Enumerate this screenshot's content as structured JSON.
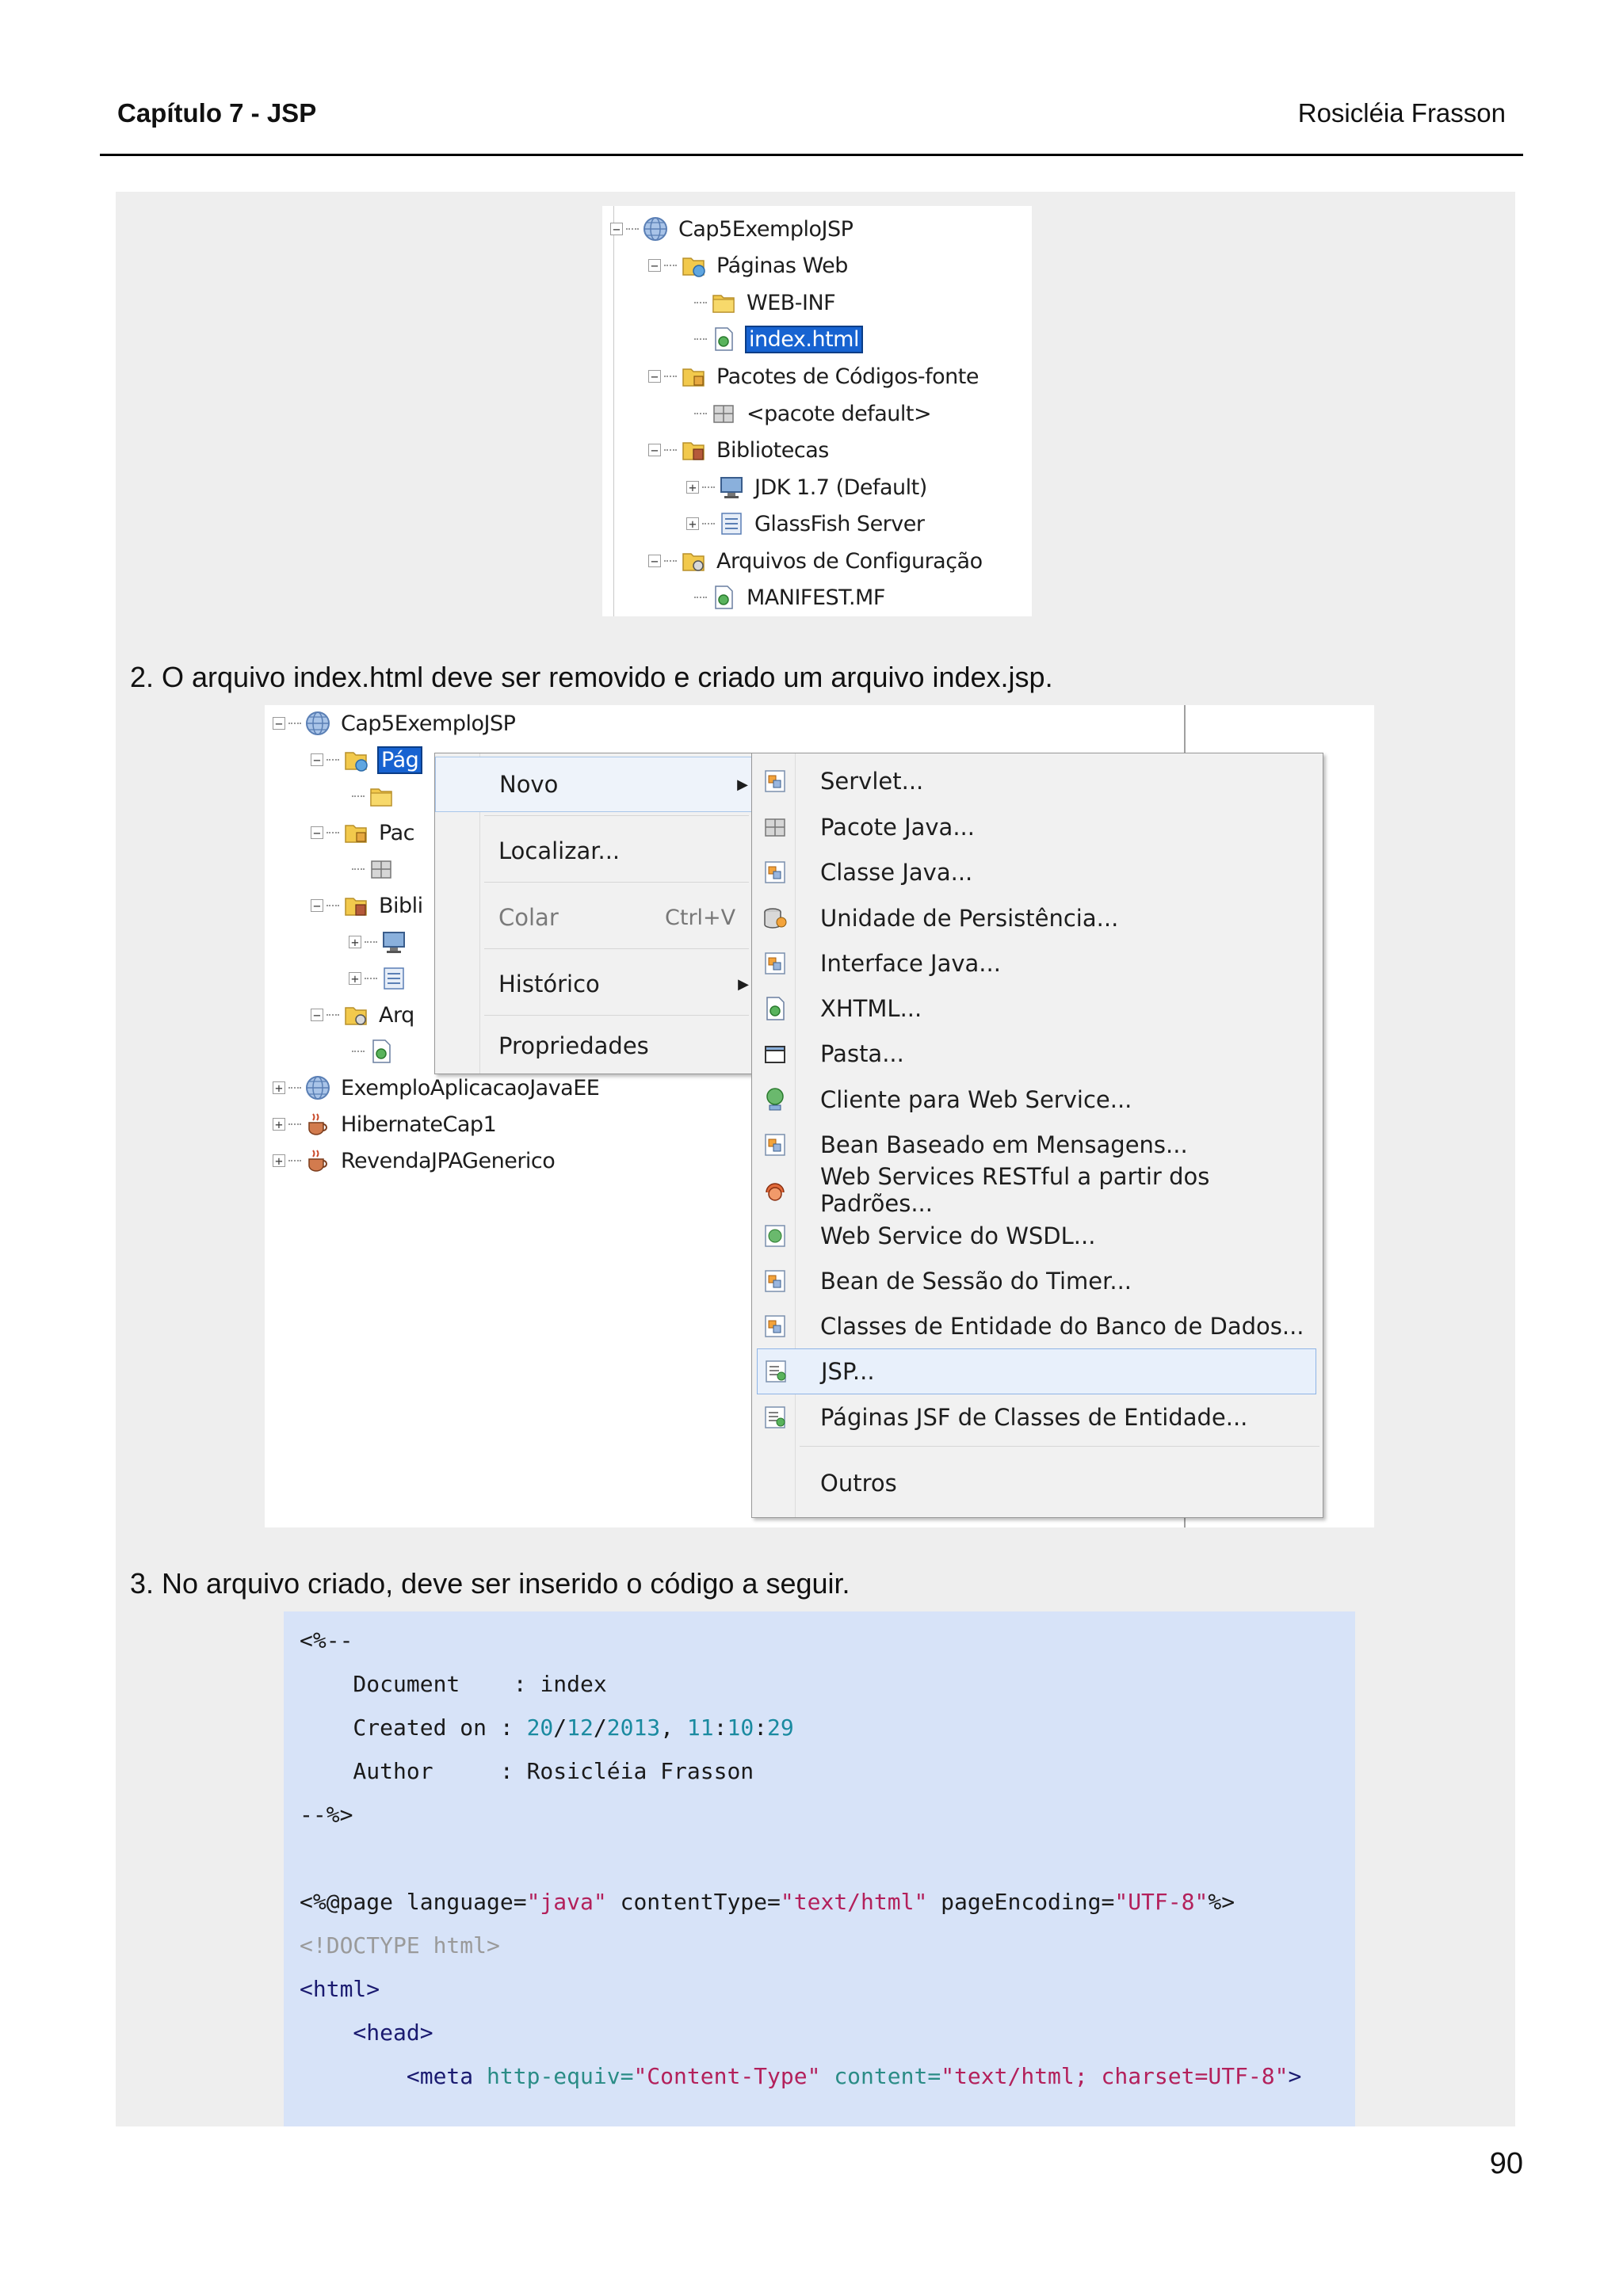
{
  "header": {
    "chapter": "Capítulo 7 - JSP",
    "author": "Rosicléia Frasson"
  },
  "tree1": {
    "items": [
      {
        "label": "Cap5ExemploJSP"
      },
      {
        "label": "Páginas Web"
      },
      {
        "label": "WEB-INF"
      },
      {
        "label": "index.html"
      },
      {
        "label": "Pacotes de Códigos-fonte"
      },
      {
        "label": "<pacote default>"
      },
      {
        "label": "Bibliotecas"
      },
      {
        "label": "JDK 1.7 (Default)"
      },
      {
        "label": "GlassFish Server"
      },
      {
        "label": "Arquivos de Configuração"
      },
      {
        "label": "MANIFEST.MF"
      }
    ]
  },
  "step2": {
    "text": "2. O arquivo index.html deve ser removido e criado um arquivo index.jsp."
  },
  "tree2": {
    "items": [
      {
        "label": "Cap5ExemploJSP"
      },
      {
        "label": "Pág"
      },
      {
        "label": "Pac"
      },
      {
        "label": "Bibli"
      },
      {
        "label": "Arq"
      },
      {
        "label": "ExemploAplicacaoJavaEE"
      },
      {
        "label": "HibernateCap1"
      },
      {
        "label": "RevendaJPAGenerico"
      }
    ]
  },
  "context_menu": {
    "items": [
      {
        "label": "Novo"
      },
      {
        "label": "Localizar..."
      },
      {
        "label": "Colar",
        "shortcut": "Ctrl+V"
      },
      {
        "label": "Histórico"
      },
      {
        "label": "Propriedades"
      }
    ]
  },
  "submenu": {
    "items": [
      {
        "label": "Servlet..."
      },
      {
        "label": "Pacote Java..."
      },
      {
        "label": "Classe Java..."
      },
      {
        "label": "Unidade de Persistência..."
      },
      {
        "label": "Interface Java..."
      },
      {
        "label": "XHTML..."
      },
      {
        "label": "Pasta..."
      },
      {
        "label": "Cliente para Web Service..."
      },
      {
        "label": "Bean Baseado em Mensagens..."
      },
      {
        "label": "Web Services RESTful a partir dos Padrões..."
      },
      {
        "label": "Web Service do WSDL..."
      },
      {
        "label": "Bean de Sessão do Timer..."
      },
      {
        "label": "Classes de Entidade do Banco de Dados..."
      },
      {
        "label": "JSP..."
      },
      {
        "label": "Páginas JSF de Classes de Entidade..."
      },
      {
        "label": "Outros"
      }
    ]
  },
  "step3": {
    "text": "3. No arquivo criado, deve ser inserido o código a seguir."
  },
  "code": {
    "l1": "<%--",
    "doc_key": "    Document    : ",
    "doc_val": "index",
    "created_key": "    Created on : ",
    "d1": "20",
    "slash": "/",
    "d2": "12",
    "d3": "2013",
    "comma": ", ",
    "t1": "11",
    "colon": ":",
    "t2": "10",
    "t3": "29",
    "author_key": "    Author     : ",
    "author_val": "Rosicléia Frasson",
    "l5": "--%>",
    "page_open": "<%@page language=",
    "lang_val": "\"java\"",
    "ct_attr": " contentType=",
    "ct_val": "\"text/html\"",
    "pe_attr": " pageEncoding=",
    "pe_val": "\"UTF-8\"",
    "page_close": "%>",
    "doctype": "<!DOCTYPE html>",
    "html_open": "<html>",
    "head_open": "    <head>",
    "meta_open": "        <meta",
    "he_attr": " http-equiv=",
    "he_val": "\"Content-Type\"",
    "content_attr": " content=",
    "content_val": "\"text/html; charset=UTF-8\"",
    "meta_close": ">"
  },
  "page_number": "90"
}
